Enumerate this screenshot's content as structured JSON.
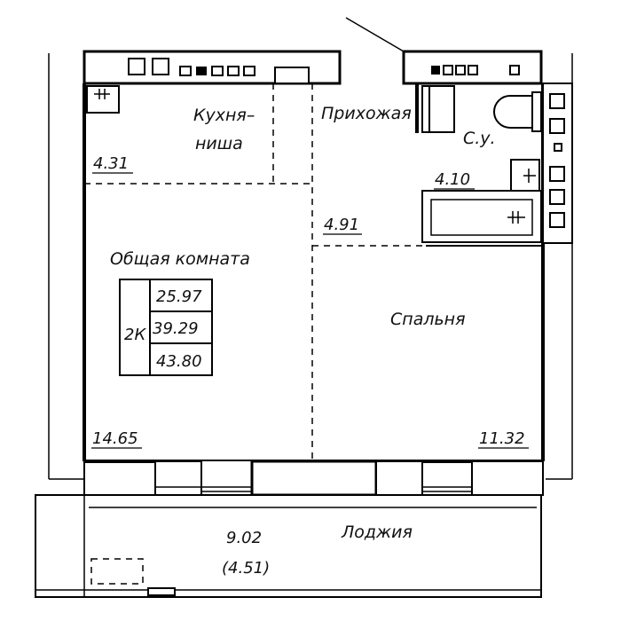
{
  "rooms": {
    "kitchen_niche": {
      "label_line1": "Кухня–",
      "label_line2": "ниша",
      "area": "4.31"
    },
    "hallway": {
      "label": "Прихожая",
      "area": "4.91"
    },
    "bathroom": {
      "label": "С.у.",
      "area": "4.10"
    },
    "living_room": {
      "label": "Общая комната",
      "area": "14.65"
    },
    "bedroom": {
      "label": "Спальня",
      "area": "11.32"
    },
    "loggia": {
      "label": "Лоджия",
      "area": "9.02",
      "area_reduced": "(4.51)"
    }
  },
  "summary": {
    "type": "2К",
    "living_area": "25.97",
    "total_area": "39.29",
    "total_with_loggia": "43.80"
  }
}
